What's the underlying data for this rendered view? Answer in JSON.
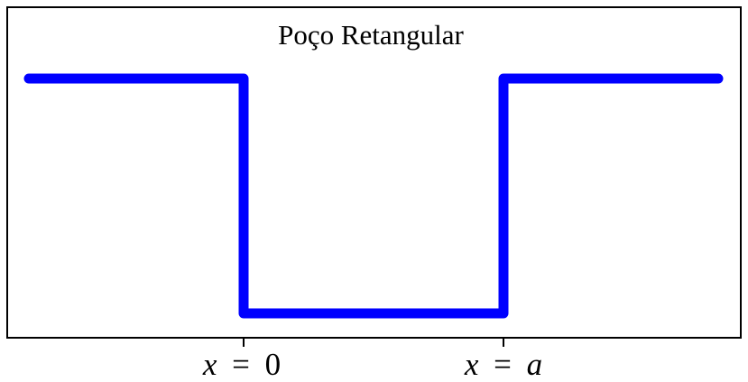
{
  "diagram": {
    "title": "Poço Retangular",
    "line_color": "#0000ff",
    "frame_color": "#000000",
    "labels": {
      "left_boundary": {
        "var": "x",
        "op": "=",
        "val": "0"
      },
      "right_boundary": {
        "var": "x",
        "op": "=",
        "val": "a"
      }
    }
  }
}
